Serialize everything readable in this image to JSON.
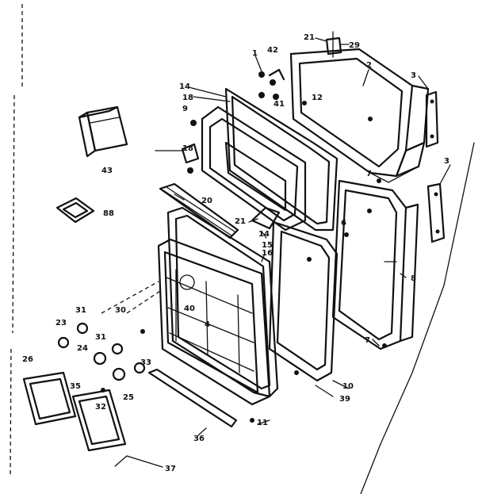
{
  "callouts": {
    "c1": "1",
    "c2": "2",
    "c3a": "3",
    "c3b": "3",
    "c4": "4",
    "c6": "6",
    "c7a": "7",
    "c7b": "7",
    "c8": "8",
    "c9": "9",
    "c10": "10",
    "c11": "11",
    "c12": "12",
    "c14a": "14",
    "c14b": "14",
    "c15": "15",
    "c16": "16",
    "c18": "18",
    "c18b": "18",
    "c20": "20",
    "c21": "21",
    "c21b": "21",
    "c23": "23",
    "c24": "24",
    "c25": "25",
    "c26": "26",
    "c29": "29",
    "c30": "30",
    "c31a": "31",
    "c31b": "31",
    "c32": "32",
    "c33": "33",
    "c35": "35",
    "c36": "36",
    "c37": "37",
    "c39": "39",
    "c40": "40",
    "c41": "41",
    "c42": "42",
    "c43": "43",
    "c88": "88"
  }
}
